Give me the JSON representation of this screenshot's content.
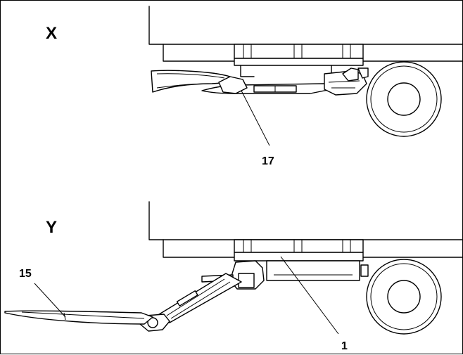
{
  "views": [
    {
      "label": "X",
      "callouts": [
        "17"
      ]
    },
    {
      "label": "Y",
      "callouts": [
        "15",
        "1"
      ]
    }
  ]
}
